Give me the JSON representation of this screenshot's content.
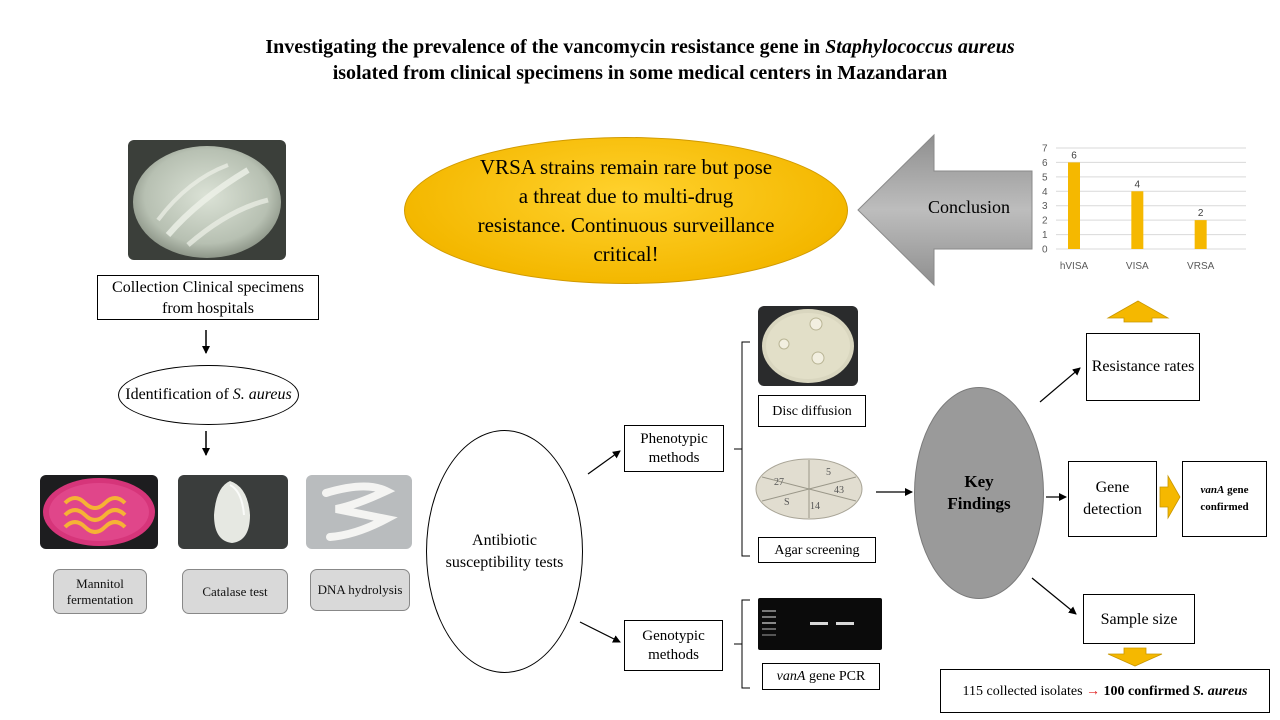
{
  "title": {
    "line1_prefix": "Investigating the prevalence of the vancomycin resistance gene in ",
    "line1_italic": "Staphylococcus aureus",
    "line2": "isolated from clinical specimens in some medical centers in Mazandaran"
  },
  "conclusion_bubble": "VRSA strains remain rare but pose a threat due to multi-drug resistance. Continuous surveillance critical!",
  "conclusion_arrow": "Conclusion",
  "collection": "Collection Clinical specimens from hospitals",
  "identification": {
    "prefix": "Identification of ",
    "italic": "S. aureus"
  },
  "tests": [
    "Mannitol fermentation",
    "Catalase test",
    "DNA hydrolysis"
  ],
  "antibiotic": "Antibiotic susceptibility tests",
  "phenotypic": "Phenotypic methods",
  "genotypic": "Genotypic methods",
  "disc_diffusion": "Disc diffusion",
  "agar_screening": "Agar screening",
  "vana_pcr": {
    "italic": "vanA",
    "rest": " gene PCR"
  },
  "key_findings": "Key Findings",
  "resistance_rates": "Resistance rates",
  "gene_detection": "Gene detection",
  "vana_confirmed": {
    "italic": "vanA",
    "rest": " gene confirmed"
  },
  "sample_size": "Sample size",
  "isolates": {
    "prefix": "115 collected isolates ",
    "arrow": "→",
    "bold": " 100 confirmed ",
    "italic": "S. aureus"
  },
  "plate_labels": [
    "27",
    "5",
    "43",
    "14",
    "S"
  ],
  "colors": {
    "bubble": "#f8c000",
    "accent": "#f5b800",
    "gray": "#a6a6a6"
  },
  "chart_data": {
    "type": "bar",
    "categories": [
      "hVISA",
      "VISA",
      "VRSA"
    ],
    "values": [
      6,
      4,
      2
    ],
    "ylim": [
      0,
      7
    ],
    "yticks": [
      0,
      1,
      2,
      3,
      4,
      5,
      6,
      7
    ],
    "grid": true,
    "color": "#f5b800"
  }
}
